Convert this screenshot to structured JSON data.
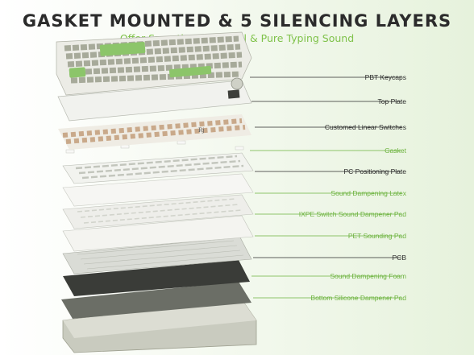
{
  "header": {
    "title": "GASKET MOUNTED  & 5 SILENCING LAYERS",
    "subtitle": "Offer Smooth Typing Feel & Pure Typing Sound"
  },
  "colors": {
    "dark_text": "#2b2b2b",
    "green_text": "#6db33f",
    "keycap_green": "#8cc56a",
    "keycap_grey": "#a7aa9a",
    "keycap_white": "#ecece6"
  },
  "layers": [
    {
      "label": "PBT Keycaps",
      "style": "dark"
    },
    {
      "label": "Top Plate",
      "style": "dark"
    },
    {
      "label": "Customed Linear Switches",
      "style": "dark"
    },
    {
      "label": "Gasket",
      "style": "green"
    },
    {
      "label": "PC Positioning Plate",
      "style": "dark"
    },
    {
      "label": "Sound Dampening Latex",
      "style": "green"
    },
    {
      "label": "IXPE Switch Sound Dampener Pad",
      "style": "green"
    },
    {
      "label": "PET Sounding Pad",
      "style": "green"
    },
    {
      "label": "PCB",
      "style": "dark"
    },
    {
      "label": "Sound Dampening Foam",
      "style": "green"
    },
    {
      "label": "Bottom Silicone Dampener Pad",
      "style": "green"
    }
  ],
  "logo_text": "Rj"
}
